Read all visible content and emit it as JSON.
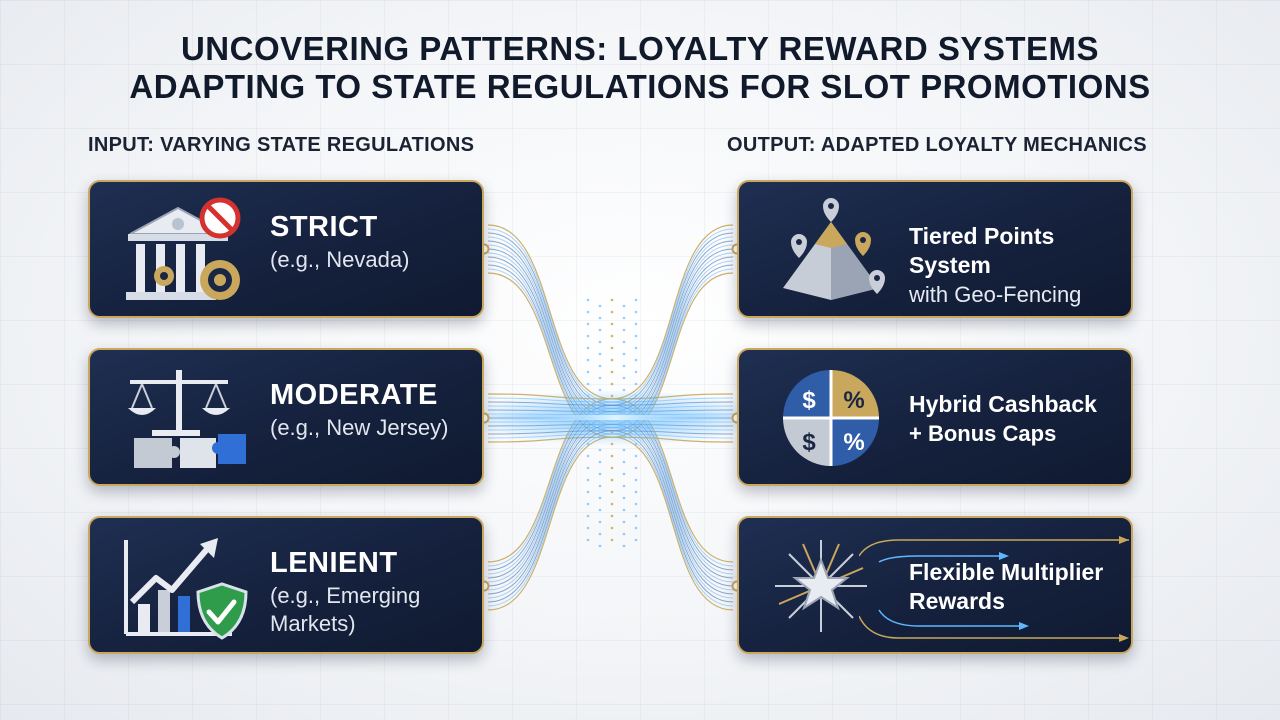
{
  "title": {
    "line1": "UNCOVERING PATTERNS: LOYALTY REWARD SYSTEMS",
    "line2": "ADAPTING TO STATE REGULATIONS FOR SLOT PROMOTIONS"
  },
  "inputs": {
    "heading": "INPUT: VARYING STATE REGULATIONS",
    "items": [
      {
        "level": "STRICT",
        "example": "(e.g., Nevada)",
        "icon": "bank-with-gears-and-prohibition-icon"
      },
      {
        "level": "MODERATE",
        "example": "(e.g., New Jersey)",
        "icon": "scales-and-puzzle-icon"
      },
      {
        "level": "LENIENT",
        "example_line1": "(e.g., Emerging",
        "example_line2": "Markets)",
        "icon": "growth-chart-with-shield-icon"
      }
    ]
  },
  "outputs": {
    "heading": "OUTPUT: ADAPTED LOYALTY MECHANICS",
    "items": [
      {
        "line1": "Tiered Points System",
        "line2": "with Geo-Fencing",
        "icon": "pyramid-with-location-pins-icon"
      },
      {
        "line1": "Hybrid Cashback",
        "line2": "+ Bonus Caps",
        "icon": "dollar-percent-pie-icon",
        "symbols": [
          "$",
          "%",
          "$",
          "%"
        ]
      },
      {
        "line1": "Flexible Multiplier",
        "line2": "Rewards",
        "icon": "star-burst-with-arrows-icon"
      }
    ]
  },
  "colors": {
    "card_bg": "#17233f",
    "card_border": "#c9a75c",
    "gold": "#c9a75c",
    "glow_blue": "#5fb8ff",
    "title": "#111a2b"
  }
}
